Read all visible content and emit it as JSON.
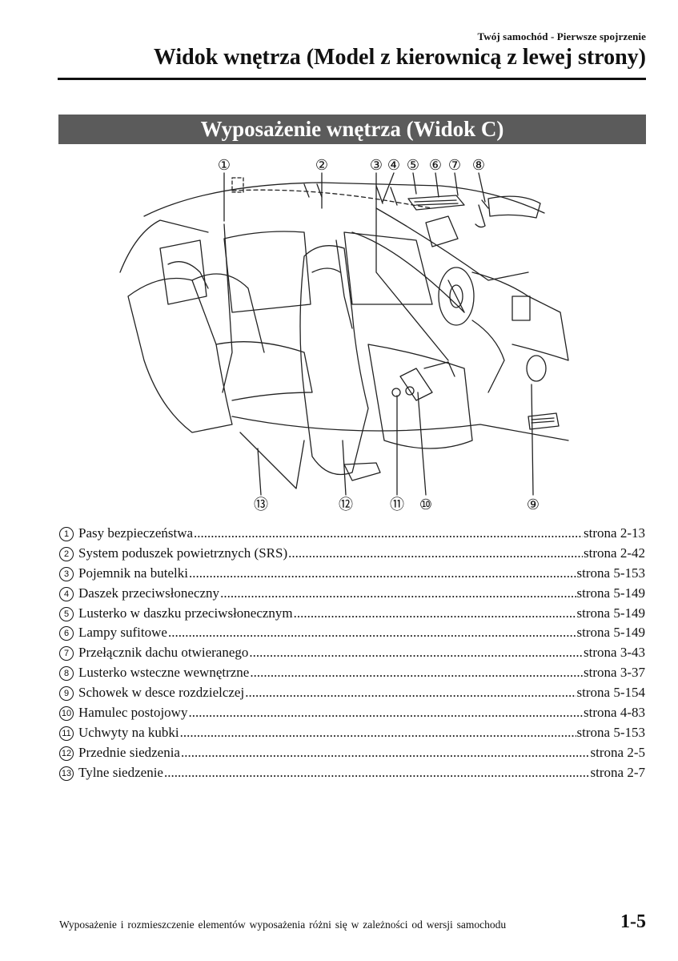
{
  "header": {
    "chapter": "Twój samochód - Pierwsze spojrzenie",
    "title": "Widok wnętrza (Model z kierownicą z lewej strony)"
  },
  "section": {
    "title": "Wyposażenie wnętrza (Widok C)"
  },
  "illustration": {
    "callouts": [
      "①",
      "②",
      "③",
      "④",
      "⑤",
      "⑥",
      "⑦",
      "⑧",
      "⑨",
      "⑩",
      "⑪",
      "⑫",
      "⑬"
    ]
  },
  "legend": [
    {
      "num": "1",
      "label": "Pasy bezpieczeństwa",
      "ref": "strona 2-13"
    },
    {
      "num": "2",
      "label": "System poduszek powietrznych (SRS)",
      "ref": "strona 2-42"
    },
    {
      "num": "3",
      "label": "Pojemnik na butelki",
      "ref": "strona 5-153"
    },
    {
      "num": "4",
      "label": "Daszek przeciwsłoneczny",
      "ref": "strona 5-149"
    },
    {
      "num": "5",
      "label": "Lusterko w daszku przeciwsłonecznym",
      "ref": "strona 5-149"
    },
    {
      "num": "6",
      "label": "Lampy sufitowe",
      "ref": "strona 5-149"
    },
    {
      "num": "7",
      "label": "Przełącznik dachu otwieranego",
      "ref": "strona 3-43"
    },
    {
      "num": "8",
      "label": "Lusterko wsteczne wewnętrzne",
      "ref": "strona 3-37"
    },
    {
      "num": "9",
      "label": "Schowek w desce rozdzielczej",
      "ref": "strona 5-154"
    },
    {
      "num": "10",
      "label": "Hamulec postojowy",
      "ref": "strona 4-83"
    },
    {
      "num": "11",
      "label": "Uchwyty na kubki",
      "ref": "strona 5-153"
    },
    {
      "num": "12",
      "label": "Przednie siedzenia",
      "ref": "strona 2-5"
    },
    {
      "num": "13",
      "label": "Tylne siedzenie",
      "ref": "strona 2-7"
    }
  ],
  "footer": {
    "note": "Wyposażenie i rozmieszczenie elementów wyposażenia różni się w zależności od wersji samochodu",
    "page_number": "1-5"
  }
}
